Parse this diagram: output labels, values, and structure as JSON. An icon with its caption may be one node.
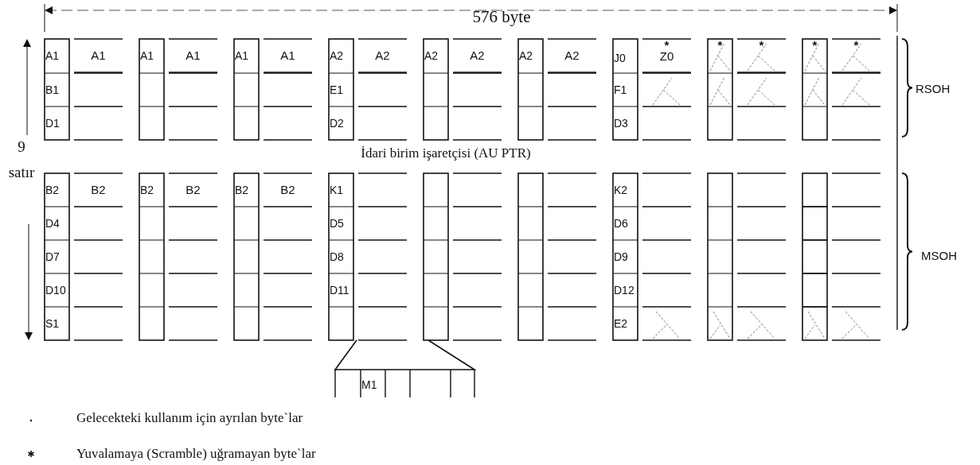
{
  "diagram": {
    "labels": [
      "576 byte",
      "9 satır",
      "A1",
      "A1",
      "A1",
      "A1",
      "A1",
      "A1",
      "A2",
      "A2",
      "A2",
      "A2",
      "A2",
      "A2",
      "J0",
      "*",
      "Z0",
      "*",
      "*",
      "*",
      "*",
      "B1",
      "E1",
      "F1",
      "RSOH",
      "D1",
      "D2",
      "D3",
      "İdari birim işaretçisi (AU PTR)",
      "B2",
      "B2",
      "B2",
      "B2",
      "B2",
      "B2",
      "K1",
      "K2",
      "D4",
      "D5",
      "D6",
      "D7",
      "D8",
      "D9",
      "MSOH",
      "D10",
      "D11",
      "D12",
      "S1",
      "E2",
      "M1"
    ],
    "legend": [
      {
        "text": "Gelecekteki kullanım için ayrılan byte`lar"
      },
      {
        "text": "Yuvalamaya (Scramble) uğramayan byte`lar"
      }
    ]
  }
}
